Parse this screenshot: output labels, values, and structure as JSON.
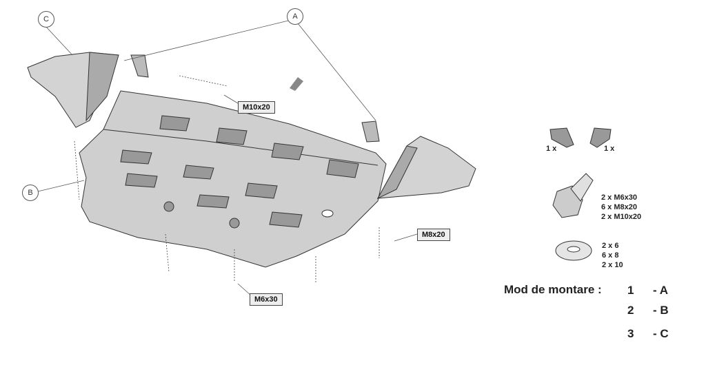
{
  "callouts": {
    "a": "A",
    "b": "B",
    "c": "C"
  },
  "bolt_labels": {
    "m10": "M10x20",
    "m8": "M8x20",
    "m6": "M6x30"
  },
  "parts": {
    "bracket_left_qty": "1 x",
    "bracket_right_qty": "1 x",
    "bolts": [
      "2  x  M6x30",
      "6  x  M8x20",
      "2  x  M10x20"
    ],
    "washers": [
      "2  x   6",
      "6  x   8",
      "2  x   10"
    ]
  },
  "mounting": {
    "label": "Mod de montare :",
    "steps": [
      {
        "num": "1",
        "letter": "-  A"
      },
      {
        "num": "2",
        "letter": "-  B"
      },
      {
        "num": "3",
        "letter": "-  C"
      }
    ]
  }
}
